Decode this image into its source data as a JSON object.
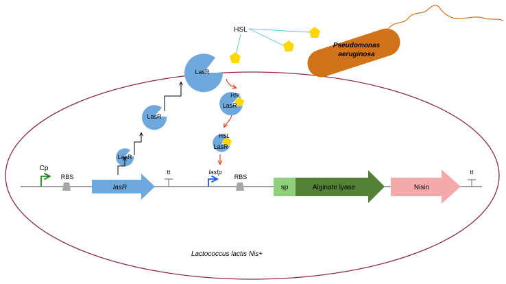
{
  "labels": {
    "hsl_top": "HSL",
    "bacterium_line1": "Pseudomonas",
    "bacterium_line2": "aeruginosa",
    "lasr_large": "LasR",
    "lasr_medium": "LasR",
    "lasr_small": "LasR",
    "hsl_complex_1": "HSL",
    "lasr_complex_1": "LasR",
    "hsl_complex_2": "HSL",
    "lasr_complex_2": "LasR",
    "promoter_cp": "Cp",
    "rbs_1": "RBS",
    "gene_lasr": "lasR",
    "terminator_1": "tt",
    "promoter_lasip": "lasIp",
    "rbs_2": "RBS",
    "signal_peptide": "sp",
    "gene_alginate_lyase": "Alginate lyase",
    "gene_nisin": "Nisin",
    "terminator_2": "tt",
    "cell_name": "Lactococcus lactis Nis+"
  },
  "colors": {
    "cell_outline": "#8b2942",
    "lasr_blue": "#6fa8dc",
    "hsl_yellow": "#ffd700",
    "bacterium_orange": "#d2731a",
    "activation_red": "#e8401c",
    "promoter_green": "#1f8c1f",
    "promoter_blue": "#1e5bd6",
    "signal_peptide_green": "#8fd07a",
    "alginate_lyase_green": "#538135",
    "nisin_pink": "#f4aaaa",
    "backbone_gray": "#7f7f7f",
    "rbs_gray": "#a6a6a6",
    "connector_cyan": "#5fc3d6"
  }
}
